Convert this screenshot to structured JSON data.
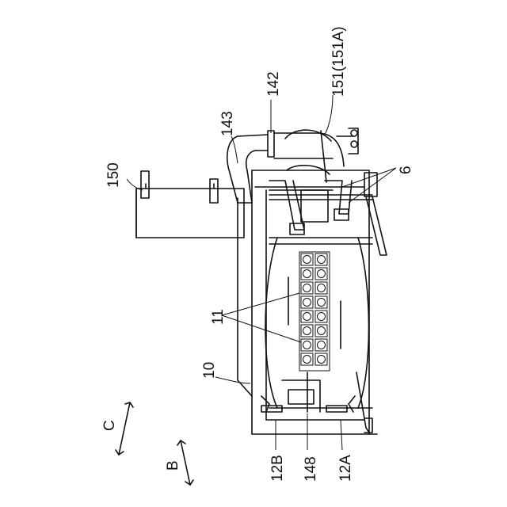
{
  "figure": {
    "labels": {
      "l150": "150",
      "l143": "143",
      "l142": "142",
      "l151": "151(151A)",
      "l6": "6",
      "l11": "11",
      "l10": "10",
      "l12B": "12B",
      "l148": "148",
      "l12A": "12A",
      "lC": "C",
      "lB": "B"
    }
  }
}
